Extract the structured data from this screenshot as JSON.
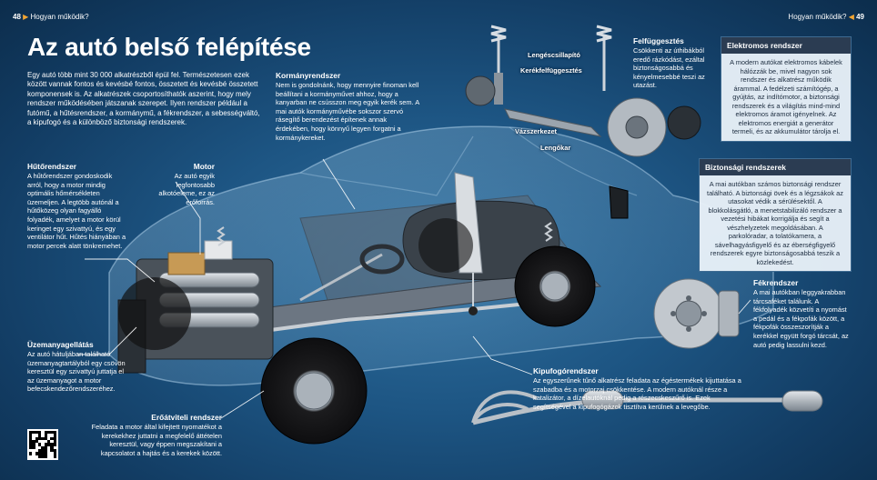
{
  "folio": {
    "left_number": "48",
    "left_section": "Hogyan működik?",
    "right_section": "Hogyan működik?",
    "right_number": "49"
  },
  "title": "Az autó belső felépítése",
  "intro": "Egy autó több mint 30 000 alkatrészből épül fel. Természetesen ezek között vannak fontos és kevésbé fontos, összetett és kevésbé összetett komponensek is. Az alkatrészek csoportosíthatók aszerint, hogy mely rendszer működésében játszanak szerepet. Ilyen rendszer például a futómű, a hűtésrendszer, a kormánymű, a fékrendszer, a sebességváltó, a kipufogó és a különböző biztonsági rendszerek.",
  "sections": {
    "hutes": {
      "heading": "Hűtőrendszer",
      "text": "A hűtőrendszer gondoskodik arról, hogy a motor mindig optimális hőmérsékleten üzemeljen. A legtöbb autónál a hűtőközeg olyan fagyálló folyadék, amelyet a motor körül kering­et egy szivattyú, és egy ventilátor hűt. Hűtés hiányában a motor percek alatt tönkremehet."
    },
    "motor": {
      "heading": "Motor",
      "text": "Az autó egyik legfontosabb alkotóeleme, ez az erőforrás."
    },
    "kormany": {
      "heading": "Kormányrendszer",
      "text": "Nem is gondolnánk, hogy mennyire finoman kell beállítani a kormányművet ahhoz, hogy a kanyarban ne csússzon meg egyik kerék sem. A mai autók kormányművébe sokszor szervó rásegítő berendezést építenek annak érdekében, hogy könnyű legyen forgatni a kormánykereket."
    },
    "felfuggesztes": {
      "heading": "Felfüggesztés",
      "text": "Csökkenti az úthibákból eredő rázkódást, ezáltal biztonságosabbá és kényelmesebbé teszi az utazást."
    },
    "uzemanyag": {
      "heading": "Üzemanyagellátás",
      "text": "Az autó hátuljában található üzemanyagtartályból egy csövön keresztül egy szivattyú juttatja el az üzemanyagot a motor befecskendezőrendszeréhez."
    },
    "eroatviteli": {
      "heading": "Erőátviteli rendszer",
      "text": "Feladata a motor által kifejtett nyomatékot a kerekekhez juttatni a megfelelő áttételen keresztül, vagy éppen megszakítani a kapcsolatot a hajtás és a kerekek között."
    },
    "kipufogo": {
      "heading": "Kipufogórendszer",
      "text": "Az egyszerűnek tűnő alkatrész feladata az égéstermékek kijuttatása a szabadba és a motorzaj csökkentése. A modern autóknál része a katalizátor, a dízelautóknál pedig a részecskeszűrő is. Ezek segítségével a kipufogógázok tisztítva kerülnek a levegőbe."
    },
    "fek": {
      "heading": "Fékrendszer",
      "text": "A mai autókban leggyakrabban tárcsaféket találunk. A fékfolyadék közvetíti a nyomást a pedál és a fékpofák között, a fékpofák összeszorítják a kerékkel együtt forgó tárcsát, az autó pedig lassulni kezd."
    }
  },
  "boxes": {
    "elektromos": {
      "heading": "Elektromos rendszer",
      "text": "A modern autókat elektromos kábelek hálózzák be, mivel nagyon sok rendszer és alkatrész működik árammal. A fedélzeti számítógép, a gyújtás, az indítómotor, a biztonsági rendszerek és a világítás mind-mind elektromos áramot igényelnek. Az elektromos energiát a generátor termeli, és az akkumulátor tárolja el."
    },
    "biztonsagi": {
      "heading": "Biztonsági rendszerek",
      "text": "A mai autókban számos biztonsági rendszer található. A biztonsági övek és a légzsákok az utasokat védik a sérülésektől. A blokkolásgátló, a menetstabilizáló rendszer a vezetési hibákat korrigálja és segít a vészhelyzetek megoldásában. A parkolóradar, a tolatókamera, a sávelhagyásfigyelő és az éberségfigyelő rendszerek egyre biztonságosabbá teszik a közlekedést."
    }
  },
  "part_labels": {
    "lengescsillapito": "Lengéscsillapító",
    "kerekfelfuggesztes": "Kerékfelfüggesztés",
    "vazszerkezet": "Vázszerkezet",
    "lengokar": "Lengőkar"
  },
  "colors": {
    "accent": "#f2a531",
    "box_bar": "#2b3c52",
    "box_body": "#e8f0f8",
    "background": "#1d5583"
  },
  "icons": [
    "triangle-right-icon",
    "triangle-left-icon",
    "qr-code-icon"
  ]
}
